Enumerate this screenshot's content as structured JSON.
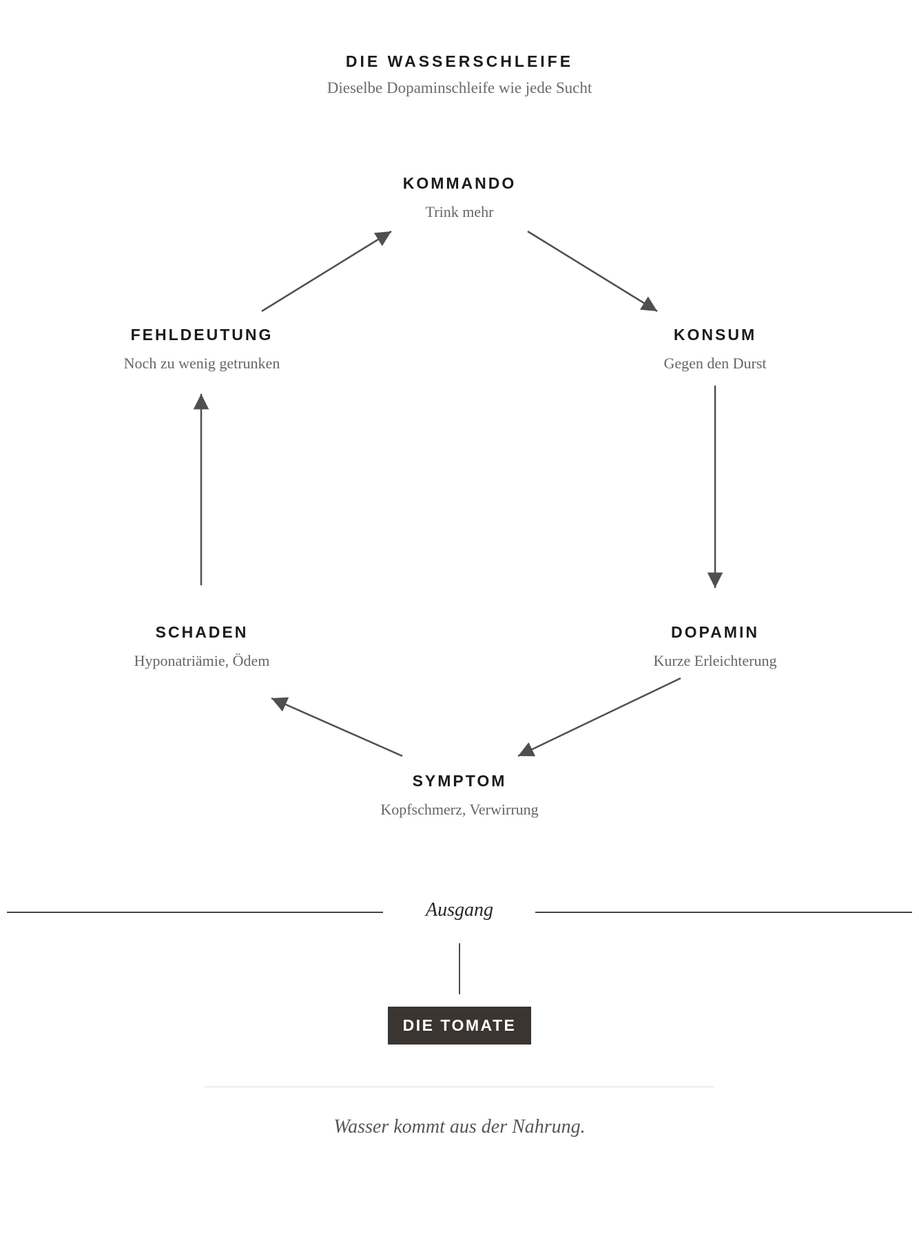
{
  "header": {
    "title": "DIE WASSERSCHLEIFE",
    "subtitle": "Dieselbe Dopaminschleife wie jede Sucht"
  },
  "cycle": {
    "nodes": [
      {
        "id": "kommando",
        "label": "KOMMANDO",
        "sublabel": "Trink mehr"
      },
      {
        "id": "konsum",
        "label": "KONSUM",
        "sublabel": "Gegen den Durst"
      },
      {
        "id": "dopamin",
        "label": "DOPAMIN",
        "sublabel": "Kurze Erleichterung"
      },
      {
        "id": "symptom",
        "label": "SYMPTOM",
        "sublabel": "Kopfschmerz, Verwirrung"
      },
      {
        "id": "schaden",
        "label": "SCHADEN",
        "sublabel": "Hyponatriämie, Ödem"
      },
      {
        "id": "fehldeutung",
        "label": "FEHLDEUTUNG",
        "sublabel": "Noch zu wenig getrunken"
      }
    ],
    "edges": [
      {
        "from": "fehldeutung",
        "to": "kommando"
      },
      {
        "from": "kommando",
        "to": "konsum"
      },
      {
        "from": "konsum",
        "to": "dopamin"
      },
      {
        "from": "dopamin",
        "to": "symptom"
      },
      {
        "from": "symptom",
        "to": "schaden"
      },
      {
        "from": "schaden",
        "to": "fehldeutung"
      }
    ]
  },
  "exit": {
    "label": "Ausgang",
    "target_label": "DIE TOMATE"
  },
  "footer": {
    "caption": "Wasser kommt aus der Nahrung."
  },
  "colors": {
    "heading_text": "#1b1b1b",
    "sub_text": "#666666",
    "arrow": "#4f4f4f",
    "exit_rule": "#454545",
    "box_background": "#3a3531",
    "box_text": "#ffffff",
    "footer_divider": "#dddddd"
  }
}
